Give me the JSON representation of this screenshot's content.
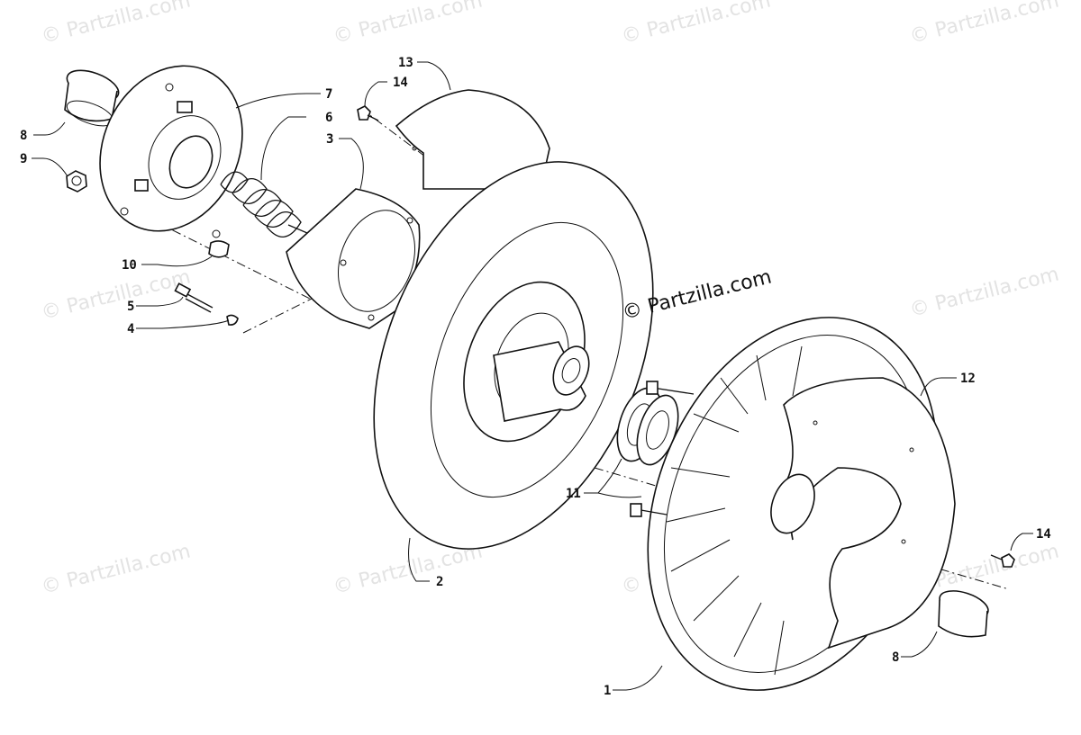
{
  "watermark": {
    "faint_text": "© Partzilla.com",
    "main_text": "© Partzilla.com"
  },
  "callouts": [
    {
      "id": "c1",
      "text": "1"
    },
    {
      "id": "c2",
      "text": "2"
    },
    {
      "id": "c3",
      "text": "3"
    },
    {
      "id": "c4",
      "text": "4"
    },
    {
      "id": "c5",
      "text": "5"
    },
    {
      "id": "c6",
      "text": "6"
    },
    {
      "id": "c7",
      "text": "7"
    },
    {
      "id": "c8a",
      "text": "8"
    },
    {
      "id": "c8b",
      "text": "8"
    },
    {
      "id": "c9",
      "text": "9"
    },
    {
      "id": "c10",
      "text": "10"
    },
    {
      "id": "c11",
      "text": "11"
    },
    {
      "id": "c12",
      "text": "12"
    },
    {
      "id": "c13",
      "text": "13"
    },
    {
      "id": "c14a",
      "text": "14"
    },
    {
      "id": "c14b",
      "text": "14"
    }
  ]
}
